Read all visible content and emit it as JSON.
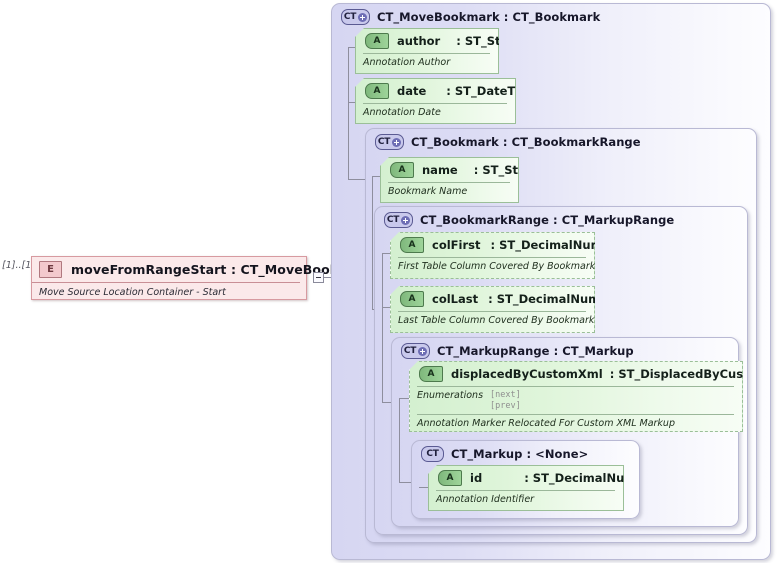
{
  "diagram": {
    "type": "xsd-schema-tree",
    "root_element": {
      "cardinality": "[1]..[1]",
      "icon": "E",
      "title": "moveFromRangeStart : CT_MoveBookmark",
      "documentation": "Move Source Location Container - Start",
      "toggle": "collapse-toggle"
    },
    "containers": [
      {
        "icon": "CT",
        "expand": "plus",
        "title": "CT_MoveBookmark : CT_Bookmark"
      },
      {
        "icon": "CT",
        "expand": "plus",
        "title": "CT_Bookmark : CT_BookmarkRange"
      },
      {
        "icon": "CT",
        "expand": "plus",
        "title": "CT_BookmarkRange : CT_MarkupRange"
      },
      {
        "icon": "CT",
        "expand": "plus",
        "title": "CT_MarkupRange : CT_Markup"
      },
      {
        "icon": "CT",
        "expand": "none",
        "title": "CT_Markup : <None>"
      }
    ],
    "attributes": [
      {
        "icon": "A",
        "name": "author",
        "type": ": ST_String",
        "documentation": "Annotation Author",
        "optional": false
      },
      {
        "icon": "A",
        "name": "date",
        "type": ": ST_DateTime",
        "documentation": "Annotation Date",
        "optional": false
      },
      {
        "icon": "A",
        "name": "name",
        "type": ": ST_String",
        "documentation": "Bookmark Name",
        "optional": false
      },
      {
        "icon": "A",
        "name": "colFirst",
        "type": ": ST_DecimalNumber",
        "documentation": "First Table Column Covered By Bookmark",
        "optional": true
      },
      {
        "icon": "A",
        "name": "colLast",
        "type": ": ST_DecimalNumber",
        "documentation": "Last Table Column Covered By Bookmark",
        "optional": true
      },
      {
        "icon": "A",
        "name": "displacedByCustomXml",
        "type": ": ST_DisplacedByCustomXml",
        "documentation": "Annotation Marker Relocated For Custom XML Markup",
        "optional": true,
        "enumerations_label": "Enumerations",
        "enumerations": [
          "[next]",
          "[prev]"
        ]
      },
      {
        "icon": "A",
        "name": "id",
        "type": ": ST_DecimalNumber",
        "documentation": "Annotation Identifier",
        "optional": false
      }
    ],
    "colors": {
      "element_fill": "#fbe9ea",
      "element_border": "#d79aa0",
      "container_fill": "#d6d6f2",
      "container_border": "#b9b9d4",
      "attribute_fill": "#d4f0d0",
      "attribute_border": "#9bbf98",
      "connector": "#8e8e9e"
    }
  }
}
